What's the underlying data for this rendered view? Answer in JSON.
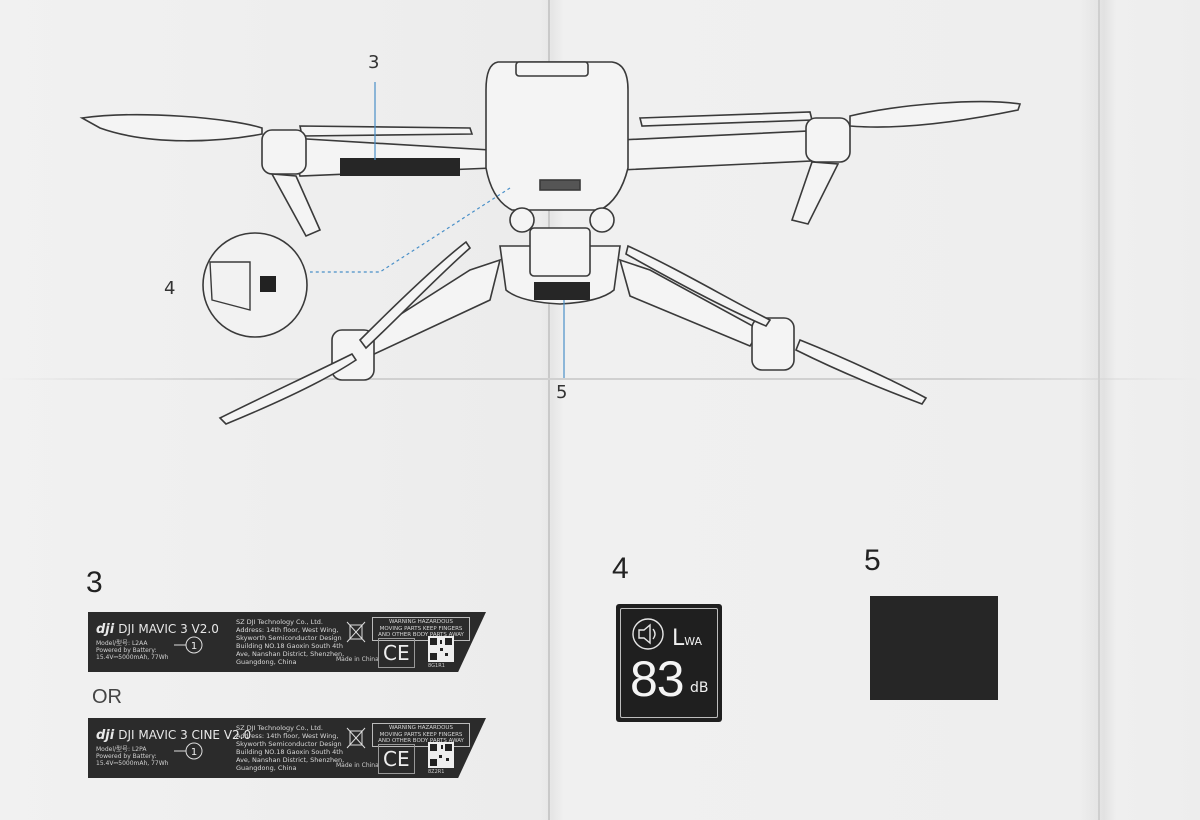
{
  "callouts": {
    "c3": "3",
    "c4": "4",
    "c5": "5"
  },
  "sections": {
    "s3": "3",
    "s4": "4",
    "s5": "5"
  },
  "or_text": "OR",
  "label_v2": {
    "brand_logo": "dji",
    "model_name": "DJI MAVIC 3 V2.0",
    "spec": "Model/型号: L2AA\nPowered by Battery:\n15.4V⎓5000mAh, 77Wh",
    "class_mark": "1",
    "company": "SZ DJI Technology Co., Ltd.\nAddress: 14th floor, West Wing,\nSkyworth Semiconductor Design\nBuilding NO.18 Gaoxin South 4th\nAve, Nanshan District, Shenzhen,\nGuangdong, China",
    "made_in": "Made in China",
    "warning": "WARNING HAZARDOUS\nMOVING PARTS KEEP FINGERS\nAND OTHER BODY PARTS AWAY",
    "ce": "CE",
    "qr_code": "8G1R1"
  },
  "label_cine": {
    "brand_logo": "dji",
    "model_name": "DJI MAVIC 3 CINE V2.0",
    "spec": "Model/型号: L2PA\nPowered by Battery:\n15.4V⎓5000mAh, 77Wh",
    "class_mark": "1",
    "company": "SZ DJI Technology Co., Ltd.\nAddress: 14th floor, West Wing,\nSkyworth Semiconductor Design\nBuilding NO.18 Gaoxin South 4th\nAve, Nanshan District, Shenzhen,\nGuangdong, China",
    "made_in": "Made in China",
    "warning": "WARNING HAZARDOUS\nMOVING PARTS KEEP FINGERS\nAND OTHER BODY PARTS AWAY",
    "ce": "CE",
    "qr_code": "8Z2R1"
  },
  "noise_label": {
    "lwa_main": "L",
    "lwa_sub": "WA",
    "value": "83",
    "unit": "dB"
  },
  "colors": {
    "ink": "#2b2b2b",
    "leader_line": "#4a90c8",
    "paper": "#efefef"
  }
}
